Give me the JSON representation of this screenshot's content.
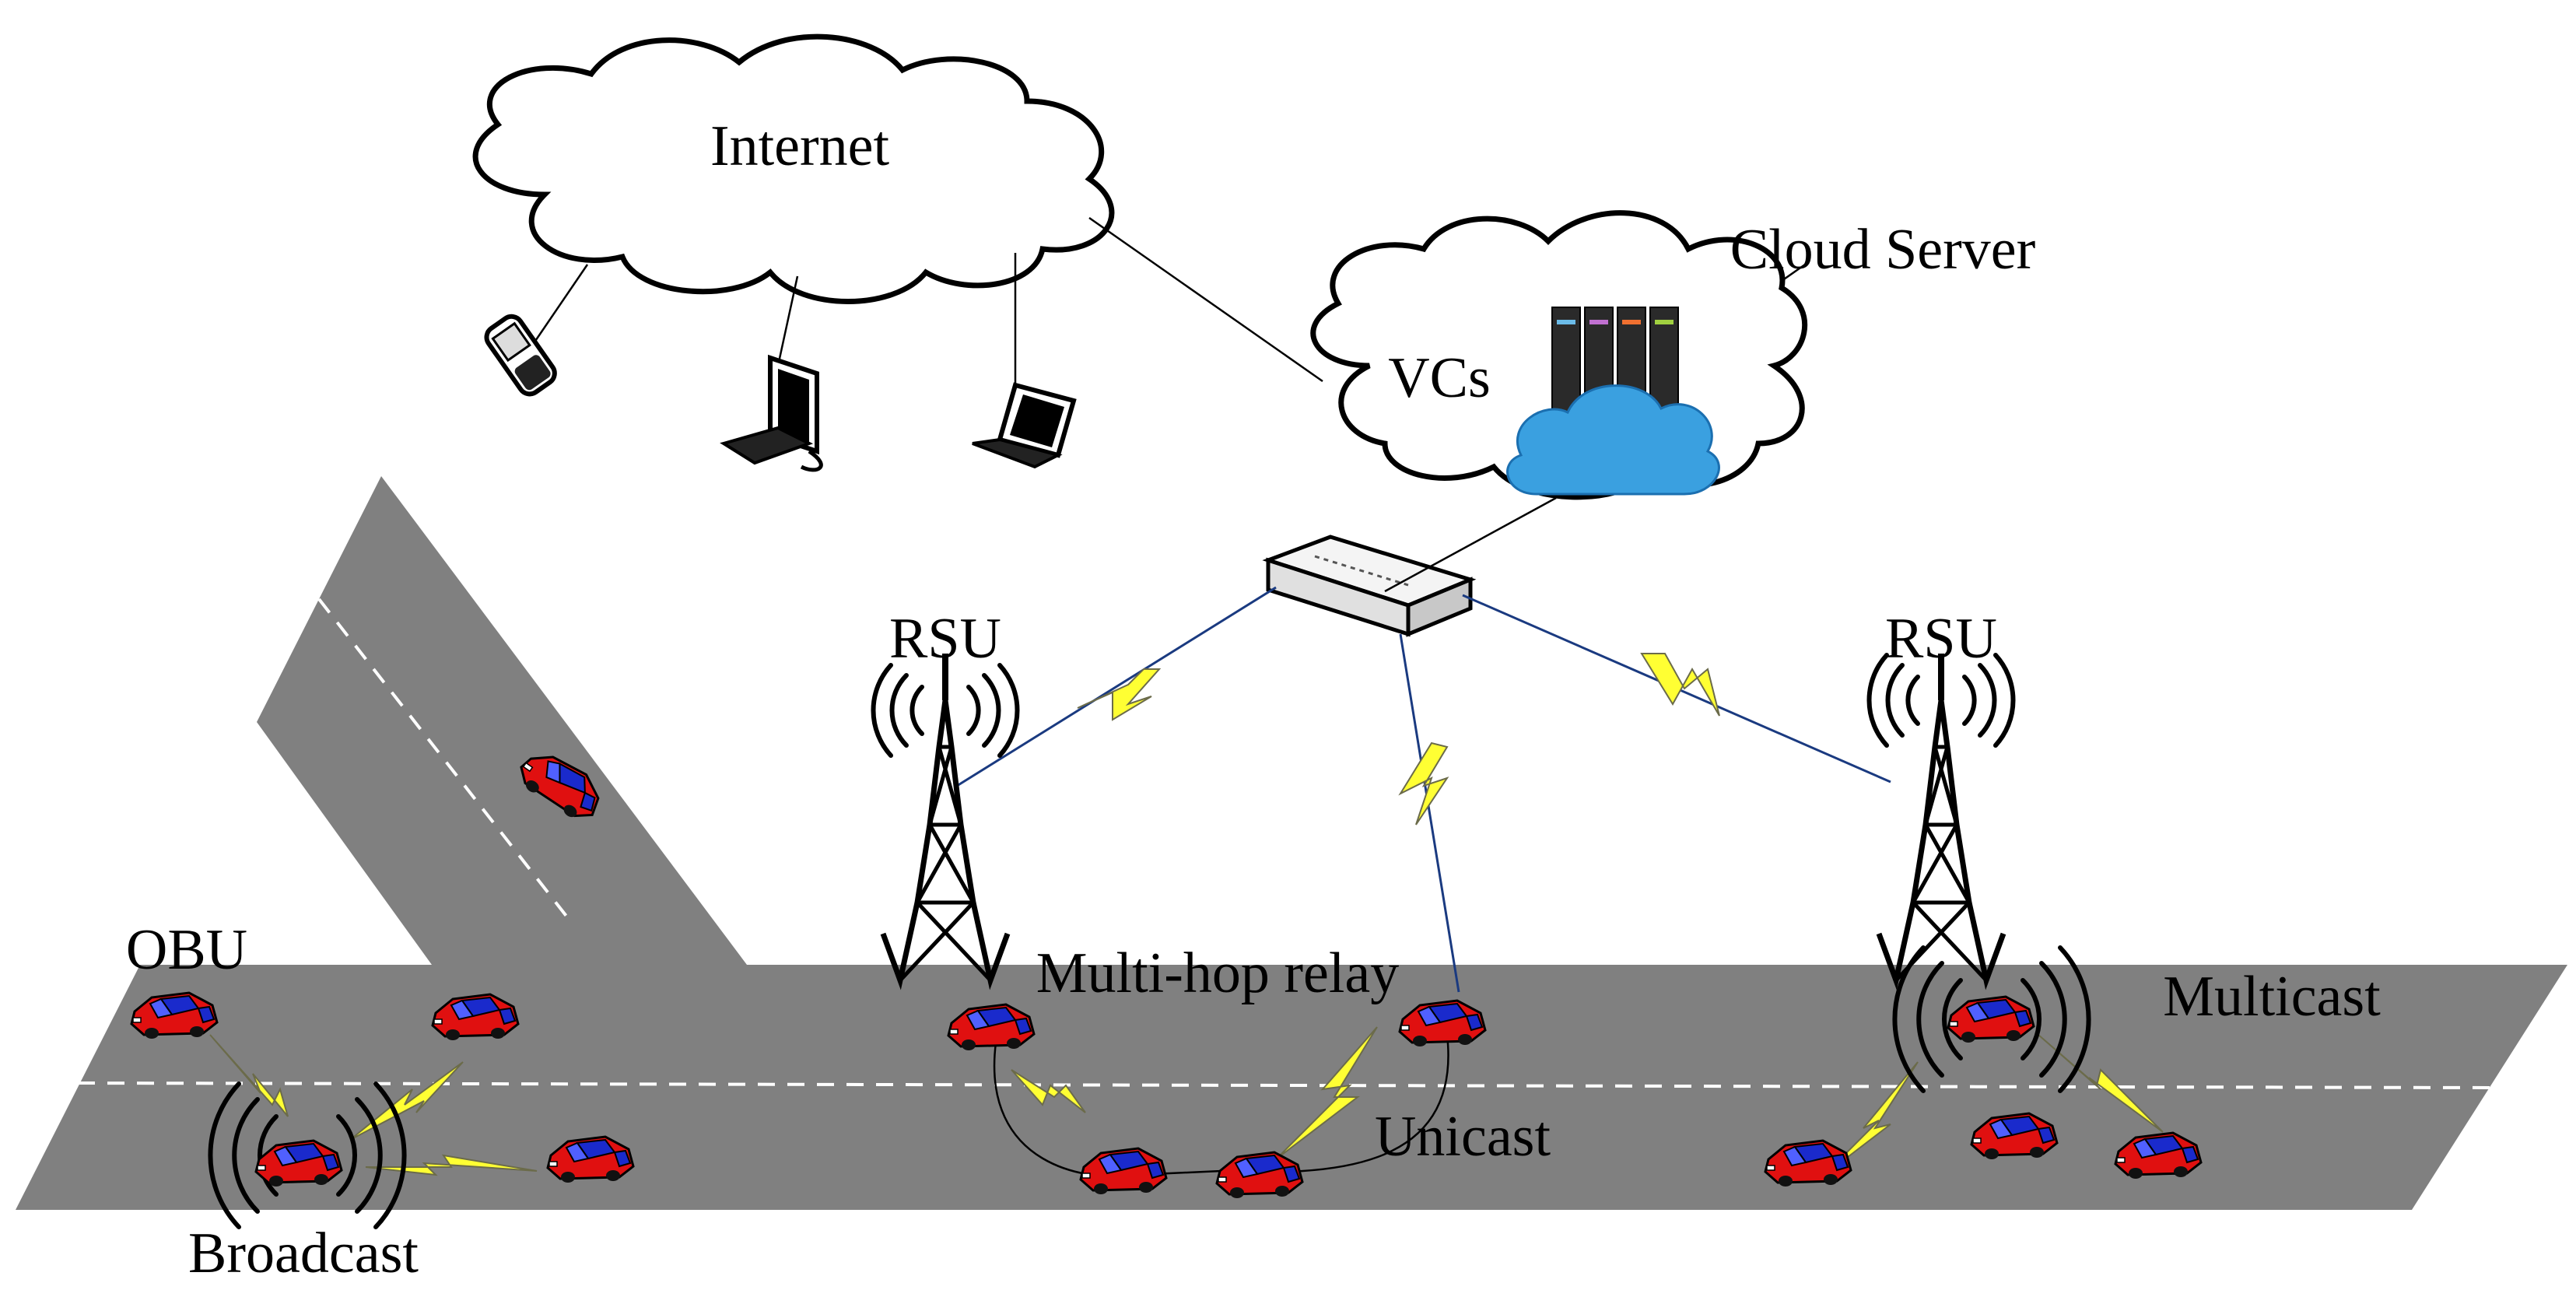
{
  "labels": {
    "internet": "Internet",
    "vcs": "VCs",
    "cloud_server": "Cloud Server",
    "rsu_left": "RSU",
    "rsu_right": "RSU",
    "obu": "OBU",
    "broadcast": "Broadcast",
    "multi_hop_relay": "Multi-hop relay",
    "unicast": "Unicast",
    "multicast": "Multicast"
  },
  "colors": {
    "road": "#808080",
    "lane_marking": "#ffffff",
    "car_body": "#e01010",
    "car_window": "#1a2acc",
    "wireless_bolt": "#ffff33",
    "server_cloud": "#3aa0e0"
  },
  "icons": [
    "mobile-phone-icon",
    "desktop-computer-icon",
    "laptop-icon",
    "cloud-server-icon",
    "network-switch-icon",
    "rsu-tower-icon",
    "car-icon"
  ]
}
